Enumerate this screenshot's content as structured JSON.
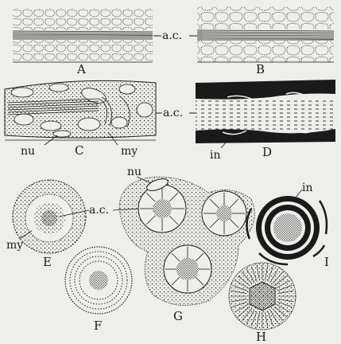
{
  "labels": {
    "A": "A",
    "B": "B",
    "C": "C",
    "D": "D",
    "E": "E",
    "F": "F",
    "G": "G",
    "H": "H",
    "I": "I",
    "ac": "a.c.",
    "nu": "nu",
    "my": "my",
    "in": "in"
  },
  "colors": {
    "ink": "#1a1a1a",
    "paper": "#eeeeeb"
  }
}
